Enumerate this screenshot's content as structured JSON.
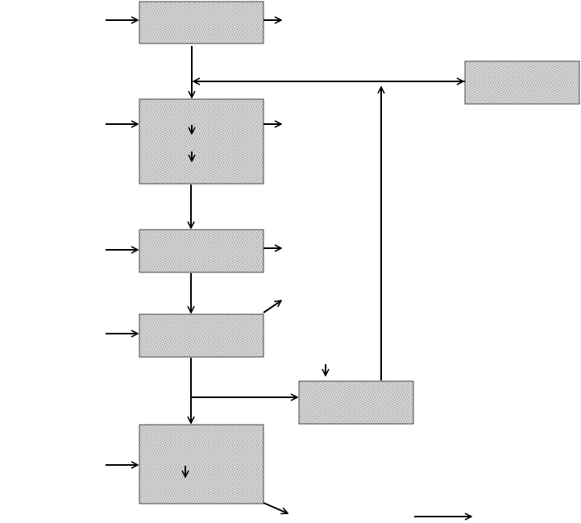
{
  "diagram": {
    "type": "block-flow-diagram",
    "box_count": 7,
    "box_texture": "gray-stipple",
    "text_labels": [],
    "colors": {
      "box_fill": "#c8c8c8",
      "box_pattern_dark": "#8e8e8e",
      "box_border": "#444444",
      "arrow": "#000000",
      "background": "#ffffff"
    }
  }
}
